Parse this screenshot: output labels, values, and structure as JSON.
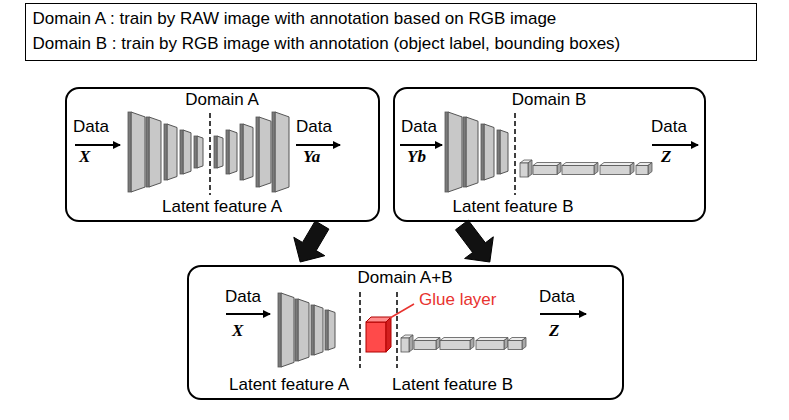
{
  "diagram": {
    "nodes": [
      {
        "text": [
          "Domain A : train by RAW image with annotation based on RGB image",
          "Domain B : train by RGB image with annotation (object label, bounding boxes)"
        ]
      },
      {
        "text": [
          "Domain A",
          "Data",
          "X",
          "Data",
          "Ya",
          "Latent feature A"
        ]
      },
      {
        "text": [
          "Domain B",
          "Data",
          "Yb",
          "Data",
          "Z",
          "Latent feature B"
        ]
      },
      {
        "text": [
          "Domain A+B",
          "Data",
          "X",
          "Glue layer",
          "Data",
          "Z",
          "Latent feature A",
          "Latent feature B"
        ]
      }
    ],
    "edges": [
      {
        "from": 1,
        "to": 3,
        "arrow": "to"
      },
      {
        "from": 2,
        "to": 3,
        "arrow": "to"
      }
    ]
  }
}
